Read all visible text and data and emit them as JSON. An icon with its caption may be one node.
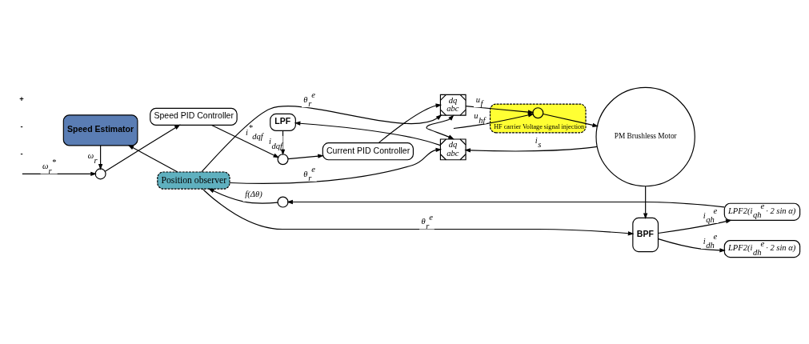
{
  "diagram": {
    "nodes": [
      {
        "text": [],
        "shape": "circle"
      },
      {
        "text": [
          "Speed PID Controller"
        ]
      },
      {
        "text": [],
        "shape": "circle"
      },
      {
        "text": [
          "Current PID Controller"
        ]
      },
      {
        "text": [
          "dq",
          "abc"
        ]
      },
      {
        "text": [
          "HF carrier Voltage signal injection"
        ]
      },
      {
        "text": [],
        "shape": "circle",
        "in": 5
      },
      {
        "text": [
          "PM Brushless Motor"
        ]
      },
      {
        "text": [
          "dq",
          "abc"
        ]
      },
      {
        "text": [
          "LPF"
        ]
      },
      {
        "text": [
          "BPF"
        ]
      },
      {
        "text": [
          "LPF2(i$_{dh}$$^{e}$ · 2 sin α)"
        ]
      },
      {
        "text": [
          "LPF2(i$_{qh}$$^{e}$ · 2 sin α)"
        ]
      },
      {
        "text": [],
        "shape": "circle"
      },
      {
        "text": [
          "Position observer"
        ]
      },
      {
        "text": [
          "Speed Estimator"
        ]
      }
    ],
    "edges": [
      {
        "from": null,
        "to": 0,
        "arrow": "to",
        "label": "ω$_{r}$$^{*}$"
      },
      {
        "from": 0,
        "to": 1,
        "arrow": "to"
      },
      {
        "from": 1,
        "to": 2,
        "arrow": "to",
        "label": "i$^{*}$$_{dqf}$"
      },
      {
        "from": 2,
        "to": 3,
        "arrow": "to"
      },
      {
        "from": 3,
        "to": 4,
        "arrow": "to"
      },
      {
        "from": 4,
        "to": 6,
        "arrow": "to",
        "label": "u$_{f}$"
      },
      {
        "from": null,
        "to": 6,
        "arrow": "to",
        "label": "u$_{hf}$"
      },
      {
        "from": 6,
        "to": 7,
        "arrow": "to"
      },
      {
        "from": 7,
        "to": 8,
        "arrow": "to",
        "label": "i$_{s}$"
      },
      {
        "from": 7,
        "to": 10,
        "arrow": "to"
      },
      {
        "from": 8,
        "to": 9,
        "arrow": "to"
      },
      {
        "from": 9,
        "to": 2,
        "arrow": "to",
        "label": "i$_{dqf}$"
      },
      {
        "from": 4,
        "to": 8,
        "arrow": "both"
      },
      {
        "from": 14,
        "to": 4,
        "arrow": "to",
        "label": "θ$_{r}$$^{e}$"
      },
      {
        "from": 14,
        "to": 8,
        "arrow": "to",
        "label": "θ$_{r}$$^{e}$"
      },
      {
        "from": 14,
        "to": 10,
        "arrow": "to",
        "label": "θ$_{r}$$^{e}$"
      },
      {
        "from": 10,
        "to": 11,
        "arrow": "to",
        "label": "i$_{dh}$$^{e}$"
      },
      {
        "from": 10,
        "to": 12,
        "arrow": "to",
        "label": "i$_{qh}$$^{e}$"
      },
      {
        "from": 12,
        "to": 13,
        "arrow": "to"
      },
      {
        "from": 13,
        "to": 14,
        "arrow": "to",
        "label": "f(Δθ)"
      },
      {
        "from": 14,
        "to": 15,
        "arrow": "to"
      },
      {
        "from": 15,
        "to": 0,
        "arrow": "to",
        "label": "ω$_{r}$"
      }
    ],
    "labels": [
      "-",
      "-",
      "+"
    ]
  }
}
